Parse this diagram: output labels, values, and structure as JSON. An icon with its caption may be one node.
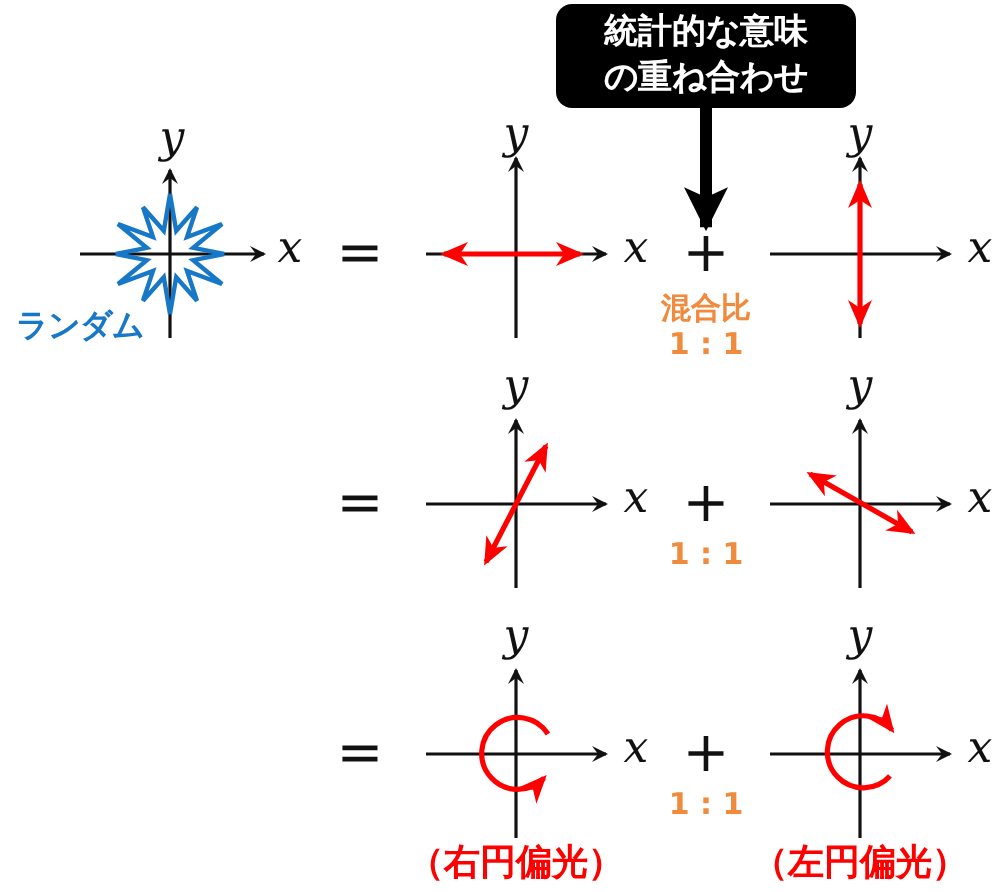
{
  "diagram": {
    "nodes": [
      {
        "text": [
          "統計的な意味の重ね合わせ"
        ]
      },
      {
        "text": [
          "+"
        ]
      }
    ],
    "edges": [
      {
        "from": 0,
        "to": 1,
        "arrow": "to"
      }
    ],
    "labels": [
      "y",
      "y",
      "y",
      "x",
      "=",
      "x",
      "x",
      "ランダム",
      "混合比",
      "1 : 1",
      "y",
      "y",
      "=",
      "x",
      "+",
      "x",
      "1 : 1",
      "y",
      "y",
      "=",
      "x",
      "+",
      "x",
      "1 : 1",
      "（右円偏光）",
      "（左円偏光）"
    ]
  }
}
